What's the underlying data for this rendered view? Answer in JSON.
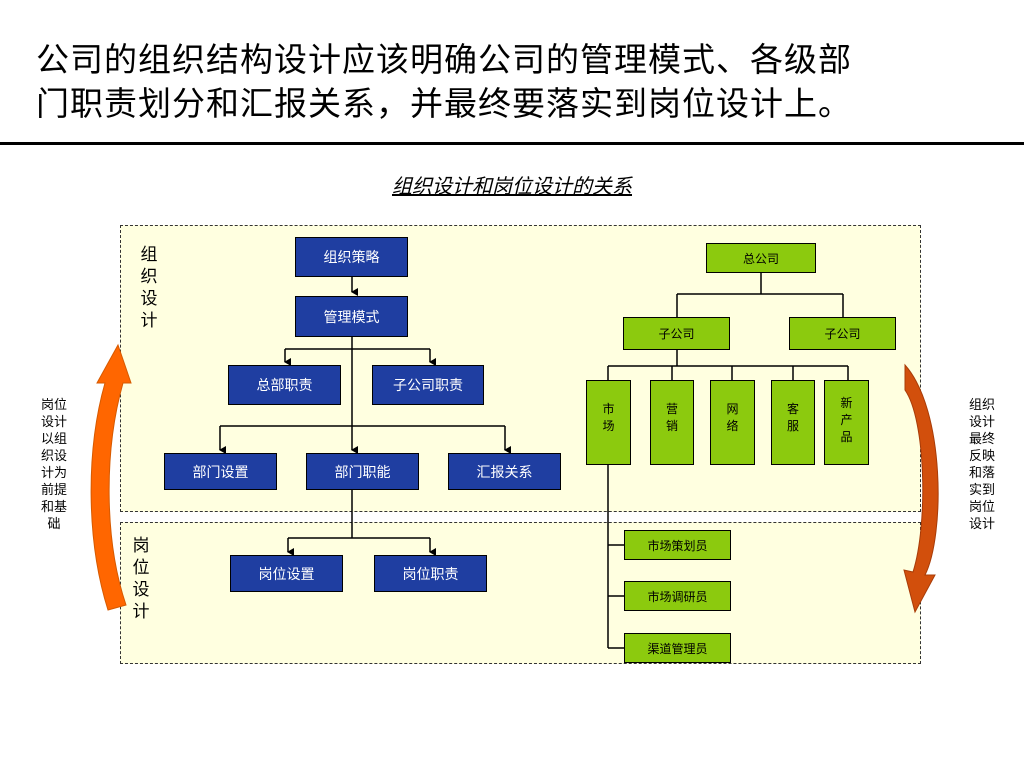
{
  "title": {
    "line1": "公司的组织结构设计应该明确公司的管理模式、各级部",
    "line2": "门职责划分和汇报关系，并最终要落实到岗位设计上。"
  },
  "subtitle": "组织设计和岗位设计的关系",
  "regions": {
    "org_label": "组\n织\n设\n计",
    "post_label": "岗\n位\n设\n计"
  },
  "left_flow": {
    "strategy": "组织策略",
    "mgmt_mode": "管理模式",
    "hq_duty": "总部职责",
    "sub_duty": "子公司职责",
    "dept_setup": "部门设置",
    "dept_function": "部门职能",
    "report_relation": "汇报关系",
    "post_setup": "岗位设置",
    "post_duty": "岗位职责"
  },
  "org_chart": {
    "head": "总公司",
    "sub1": "子公司",
    "sub2": "子公司",
    "depts": [
      "市\n场",
      "营\n销",
      "网\n络",
      "客\n服",
      "新\n产\n品"
    ],
    "posts": [
      "市场策划员",
      "市场调研员",
      "渠道管理员"
    ]
  },
  "side_notes": {
    "left": "岗位\n设计\n以组\n织设\n计为\n前提\n和基\n础",
    "right": "组织\n设计\n最终\n反映\n和落\n实到\n岗位\n设计"
  },
  "colors": {
    "blue_box": "#1f3ea1",
    "green_box": "#8cca0e",
    "region_fill": "#ffffe0",
    "arrow_orange": "#ff6600",
    "arrow_dark_orange": "#cc4400"
  }
}
